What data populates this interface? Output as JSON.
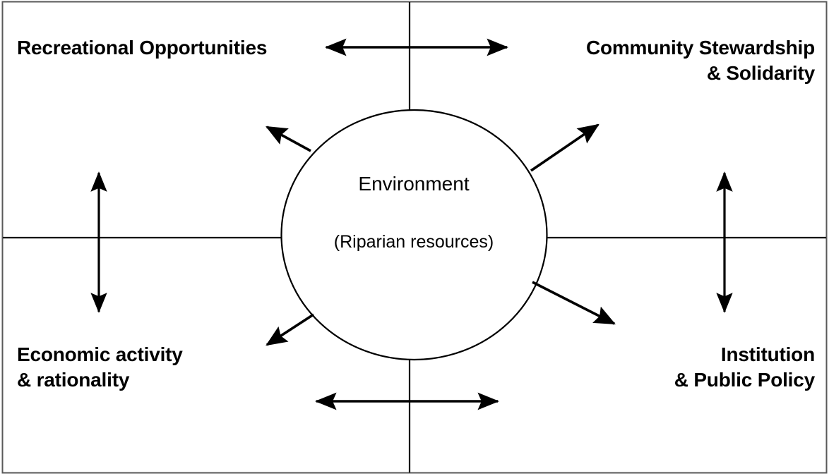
{
  "diagram": {
    "type": "concept-framework-diagram",
    "center": {
      "title": "Environment",
      "subtitle": "(Riparian resources)",
      "shape": "circle"
    },
    "quadrants": [
      {
        "id": "top-left",
        "label": "Recreational Opportunities",
        "align": "left"
      },
      {
        "id": "top-right",
        "label": "Community Stewardship\n& Solidarity",
        "align": "right"
      },
      {
        "id": "bottom-left",
        "label": "Economic activity\n& rationality",
        "align": "left"
      },
      {
        "id": "bottom-right",
        "label": "Institution\n& Public Policy",
        "align": "right"
      }
    ],
    "connectors": [
      {
        "id": "top-horizontal-double-arrow",
        "orientation": "horizontal",
        "heads": "both"
      },
      {
        "id": "bottom-horizontal-double-arrow",
        "orientation": "horizontal",
        "heads": "both"
      },
      {
        "id": "left-vertical-double-arrow",
        "orientation": "vertical",
        "heads": "both"
      },
      {
        "id": "right-vertical-double-arrow",
        "orientation": "vertical",
        "heads": "both"
      },
      {
        "id": "center-to-top-left-arrow",
        "orientation": "diagonal",
        "heads": "end"
      },
      {
        "id": "center-to-top-right-arrow",
        "orientation": "diagonal",
        "heads": "end"
      },
      {
        "id": "center-to-bottom-left-arrow",
        "orientation": "diagonal",
        "heads": "end"
      },
      {
        "id": "center-to-bottom-right-arrow",
        "orientation": "diagonal",
        "heads": "end"
      }
    ],
    "colors": {
      "stroke": "#000000",
      "background": "#ffffff",
      "border": "#4d4d4d",
      "divider": "#000000"
    }
  }
}
